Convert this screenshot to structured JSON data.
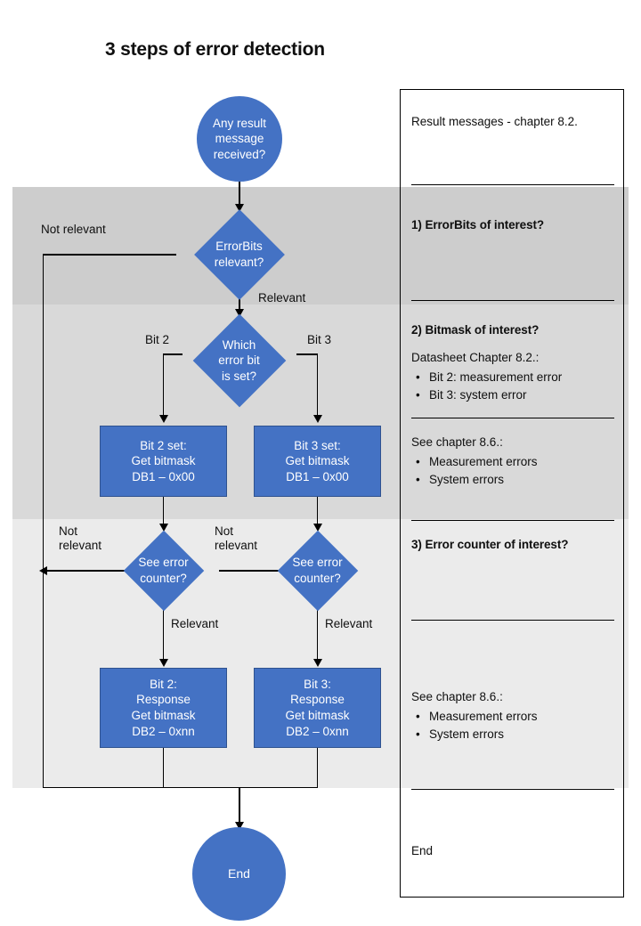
{
  "page": {
    "title": "3 steps of error detection"
  },
  "colors": {
    "shape_fill": "#4472C4",
    "shape_border": "#2F528F",
    "shape_text": "#FFFFFF",
    "band_1": "#CDCDCD",
    "band_2": "#D9D9D9",
    "band_3": "#EBEBEB",
    "connector": "#000000",
    "text": "#0F0F0F",
    "page_background": "#FFFFFF"
  },
  "flowchart": {
    "nodes": {
      "start": {
        "shape": "circle",
        "label": "Any result\nmessage\nreceived?",
        "line1": "Any result",
        "line2": "message",
        "line3": "received?"
      },
      "decision_errorbits": {
        "shape": "diamond",
        "line1": "ErrorBits",
        "line2": "relevant?"
      },
      "decision_whichbit": {
        "shape": "diamond",
        "line1": "Which",
        "line2": "error bit",
        "line3": "is set?"
      },
      "bit2_bitmask": {
        "shape": "process",
        "line1": "Bit 2 set:",
        "line2": "Get bitmask",
        "line3": "DB1 – 0x00"
      },
      "bit3_bitmask": {
        "shape": "process",
        "line1": "Bit 3 set:",
        "line2": "Get bitmask",
        "line3": "DB1 – 0x00"
      },
      "decision_counter_left": {
        "shape": "diamond",
        "line1": "See error",
        "line2": "counter?"
      },
      "decision_counter_right": {
        "shape": "diamond",
        "line1": "See error",
        "line2": "counter?"
      },
      "bit2_response": {
        "shape": "process",
        "line1": "Bit 2:",
        "line2": "Response",
        "line3": "Get bitmask",
        "line4": "DB2 – 0xnn"
      },
      "bit3_response": {
        "shape": "process",
        "line1": "Bit 3:",
        "line2": "Response",
        "line3": "Get bitmask",
        "line4": "DB2 – 0xnn"
      },
      "end": {
        "shape": "circle",
        "label": "End"
      }
    },
    "edge_labels": {
      "errorbits_not_relevant": "Not relevant",
      "errorbits_relevant": "Relevant",
      "bit2": "Bit 2",
      "bit3": "Bit 3",
      "counter_left_not_relevant": "Not\nrelevant",
      "counter_right_not_relevant": "Not\nrelevant",
      "counter_left_relevant": "Relevant",
      "counter_right_relevant": "Relevant"
    }
  },
  "legend": {
    "sections": [
      {
        "id": "result-messages",
        "heading": "",
        "text": "Result messages - chapter 8.2."
      },
      {
        "id": "step-1",
        "heading": "1) ErrorBits of interest?",
        "text": ""
      },
      {
        "id": "step-2",
        "heading": "2) Bitmask of interest?",
        "text": "Datasheet Chapter 8.2.:",
        "bullets": [
          "Bit 2: measurement  error",
          "Bit 3: system error"
        ]
      },
      {
        "id": "step-2-chapter",
        "heading": "",
        "text": "See chapter 8.6.:",
        "bullets": [
          "Measurement errors",
          "System errors"
        ]
      },
      {
        "id": "step-3",
        "heading": "3) Error counter of interest?",
        "text": ""
      },
      {
        "id": "step-3-chapter",
        "heading": "",
        "text": "See chapter 8.6.:",
        "bullets": [
          "Measurement errors",
          "System errors"
        ]
      },
      {
        "id": "end",
        "heading": "",
        "text": "End"
      }
    ],
    "bullet_glyph": "•"
  }
}
